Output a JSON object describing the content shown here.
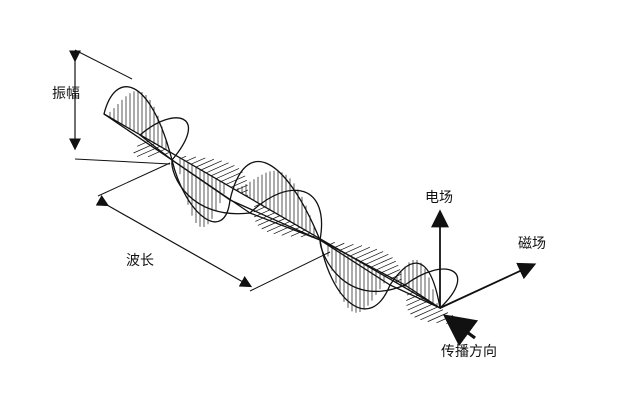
{
  "diagram": {
    "labels": {
      "amplitude": "振幅",
      "wavelength": "波长",
      "electric_field": "电场",
      "magnetic_field": "磁场",
      "propagation_direction": "传播方向"
    },
    "colors": {
      "stroke": "#111111",
      "background": "#ffffff"
    }
  }
}
